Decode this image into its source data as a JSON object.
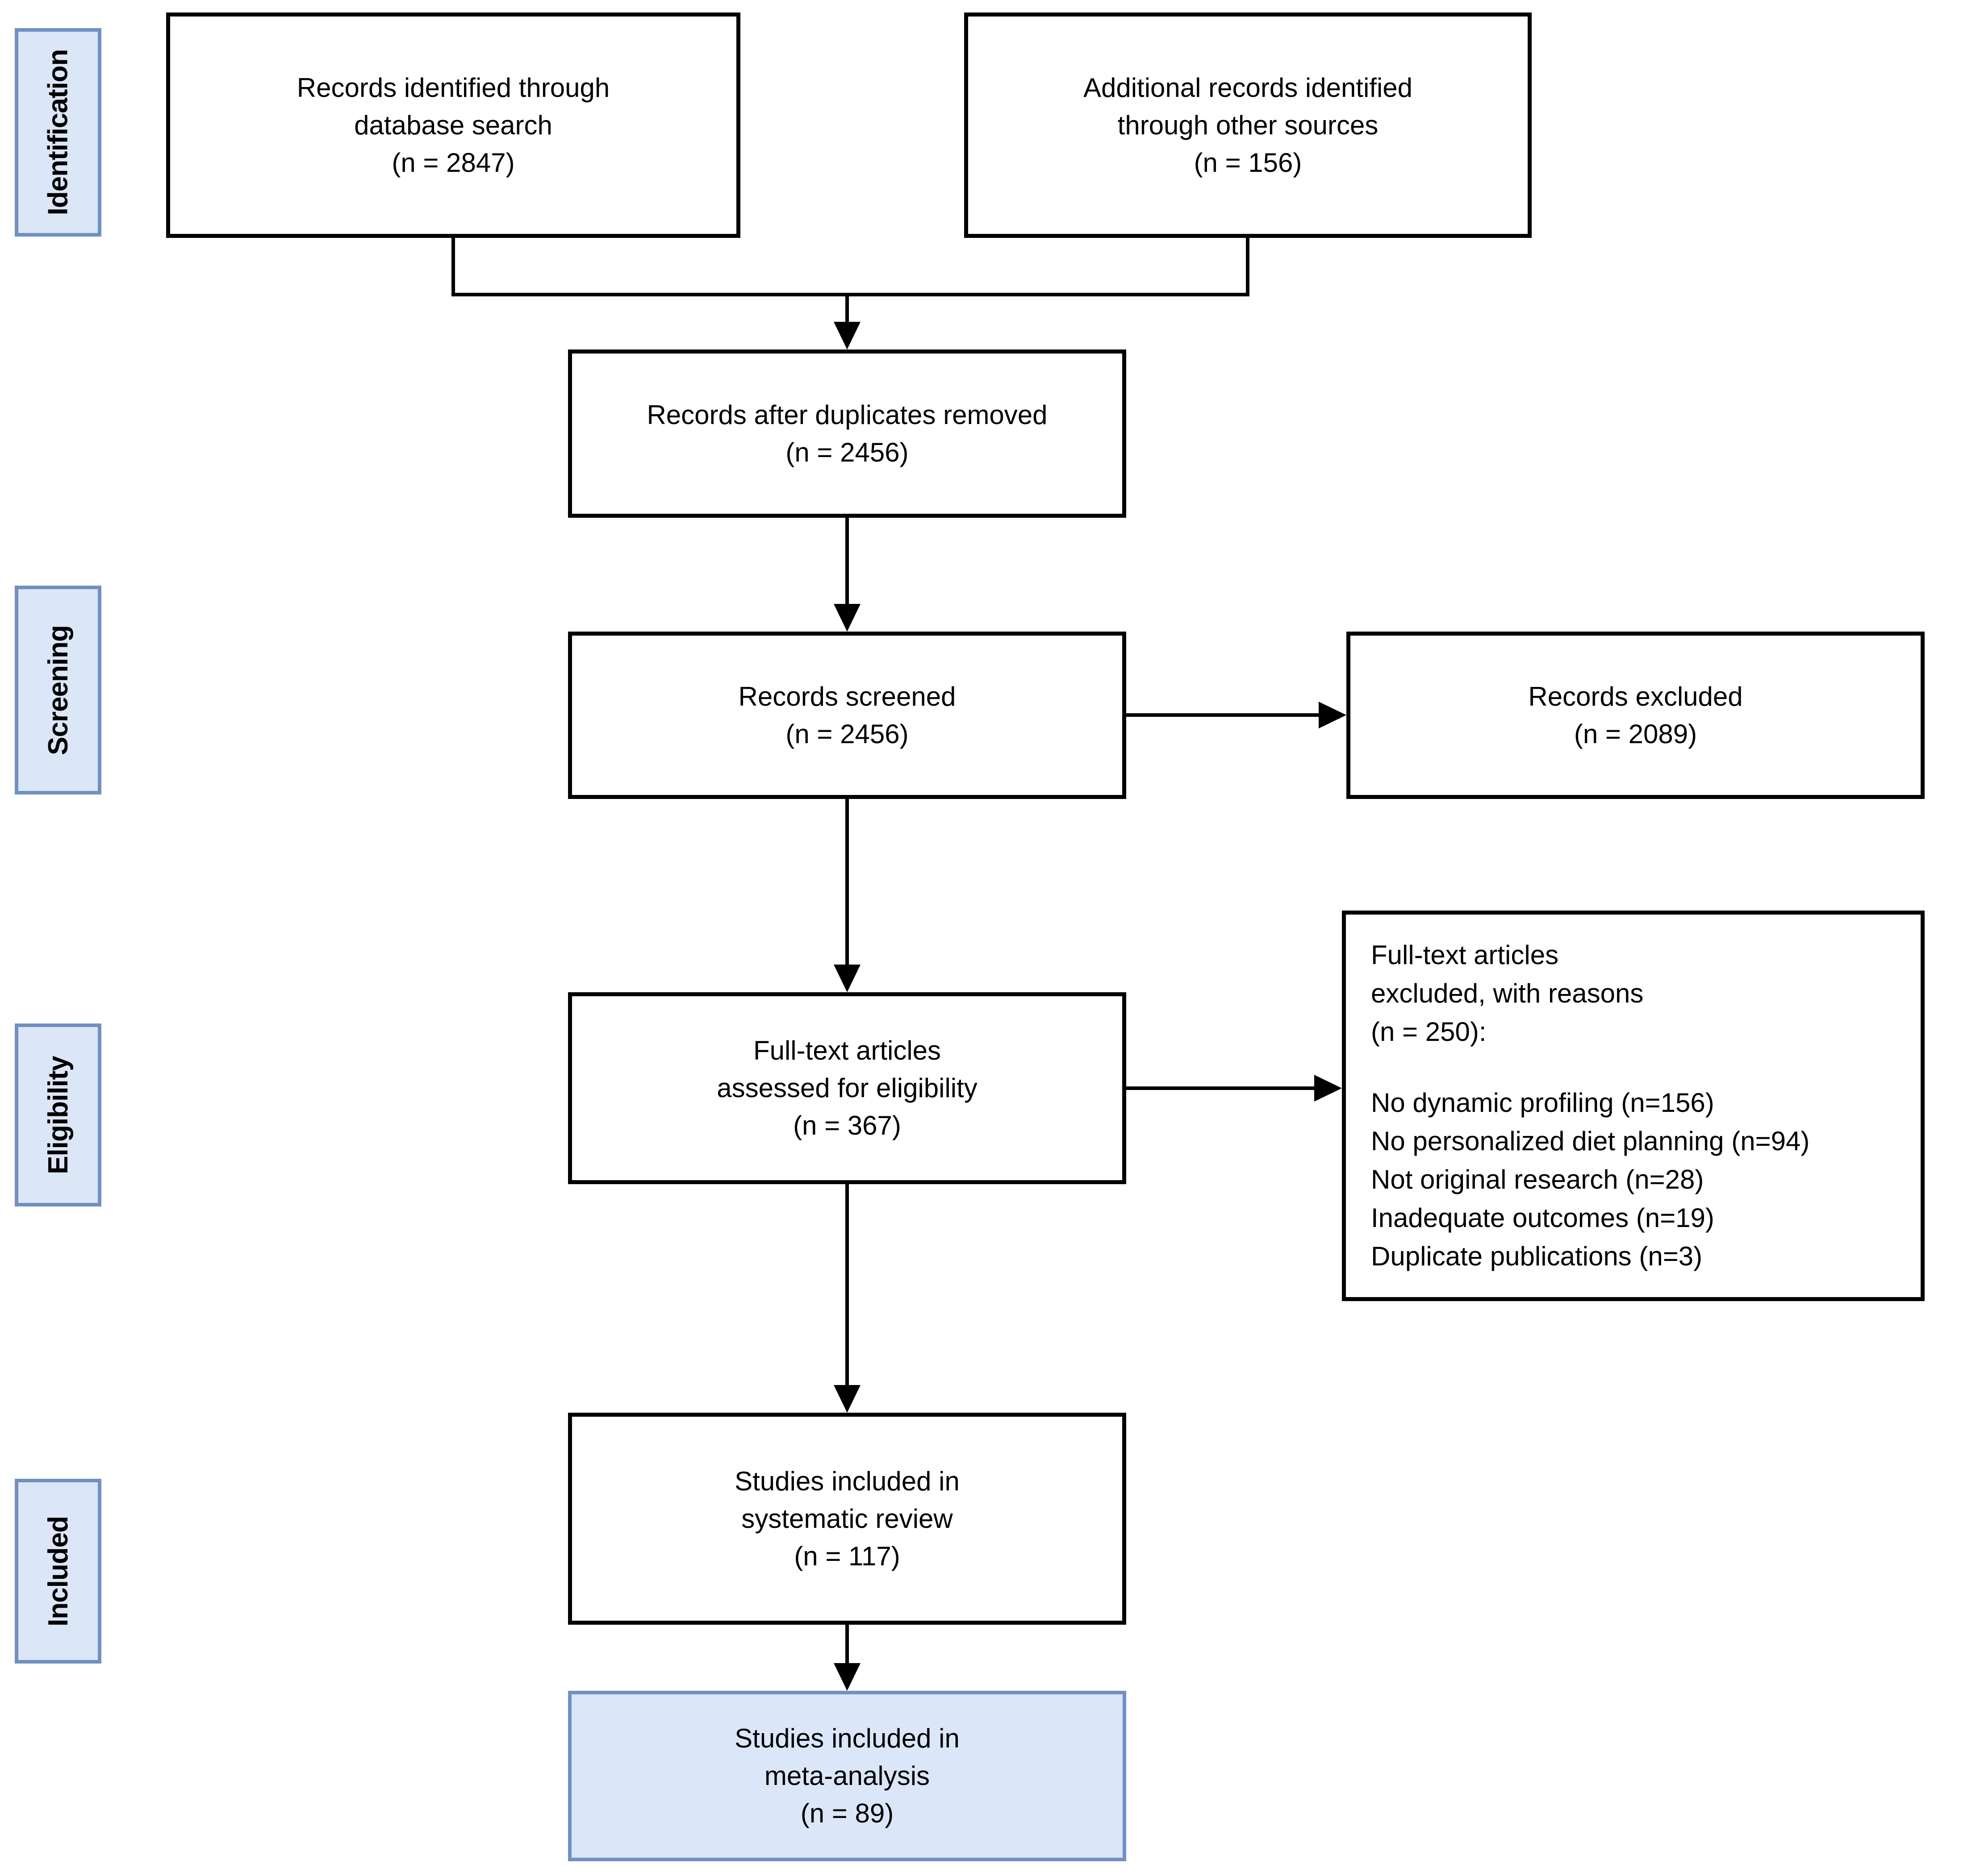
{
  "stages": [
    {
      "label": "Identification"
    },
    {
      "label": "Screening"
    },
    {
      "label": "Eligibility"
    },
    {
      "label": "Included"
    }
  ],
  "nodes": {
    "records_identified_database": {
      "lines": [
        "Records identified through",
        "database search"
      ],
      "count": "(n = 2847)"
    },
    "additional_records_other": {
      "lines": [
        "Additional records identified",
        "through other sources"
      ],
      "count": "(n = 156)"
    },
    "records_after_duplicates": {
      "lines": [
        "Records after duplicates removed"
      ],
      "count": "(n = 2456)"
    },
    "records_screened": {
      "lines": [
        "Records screened"
      ],
      "count": "(n = 2456)"
    },
    "records_excluded": {
      "lines": [
        "Records excluded"
      ],
      "count": "(n = 2089)"
    },
    "fulltext_assessed": {
      "lines": [
        "Full-text articles",
        "assessed for eligibility"
      ],
      "count": "(n = 367)"
    },
    "fulltext_excluded": {
      "header_lines": [
        "Full-text articles",
        "excluded, with reasons",
        "(n = 250):"
      ],
      "reasons": [
        "No dynamic profiling (n=156)",
        "No personalized diet planning (n=94)",
        "Not original research (n=28)",
        "Inadequate outcomes (n=19)",
        "Duplicate publications (n=3)"
      ]
    },
    "included_systematic_review": {
      "lines": [
        "Studies included in",
        "systematic review"
      ],
      "count": "(n = 117)"
    },
    "included_meta_analysis": {
      "lines": [
        "Studies included in",
        "meta-analysis"
      ],
      "count": "(n = 89)"
    }
  },
  "colors": {
    "stage_fill": "#dbe6f7",
    "stage_border": "#7090c0",
    "highlight_fill": "#dbe7f8",
    "highlight_border": "#7191c4",
    "box_fill": "#ffffff",
    "box_border": "#000000",
    "connector": "#000000",
    "text": "#000000"
  }
}
